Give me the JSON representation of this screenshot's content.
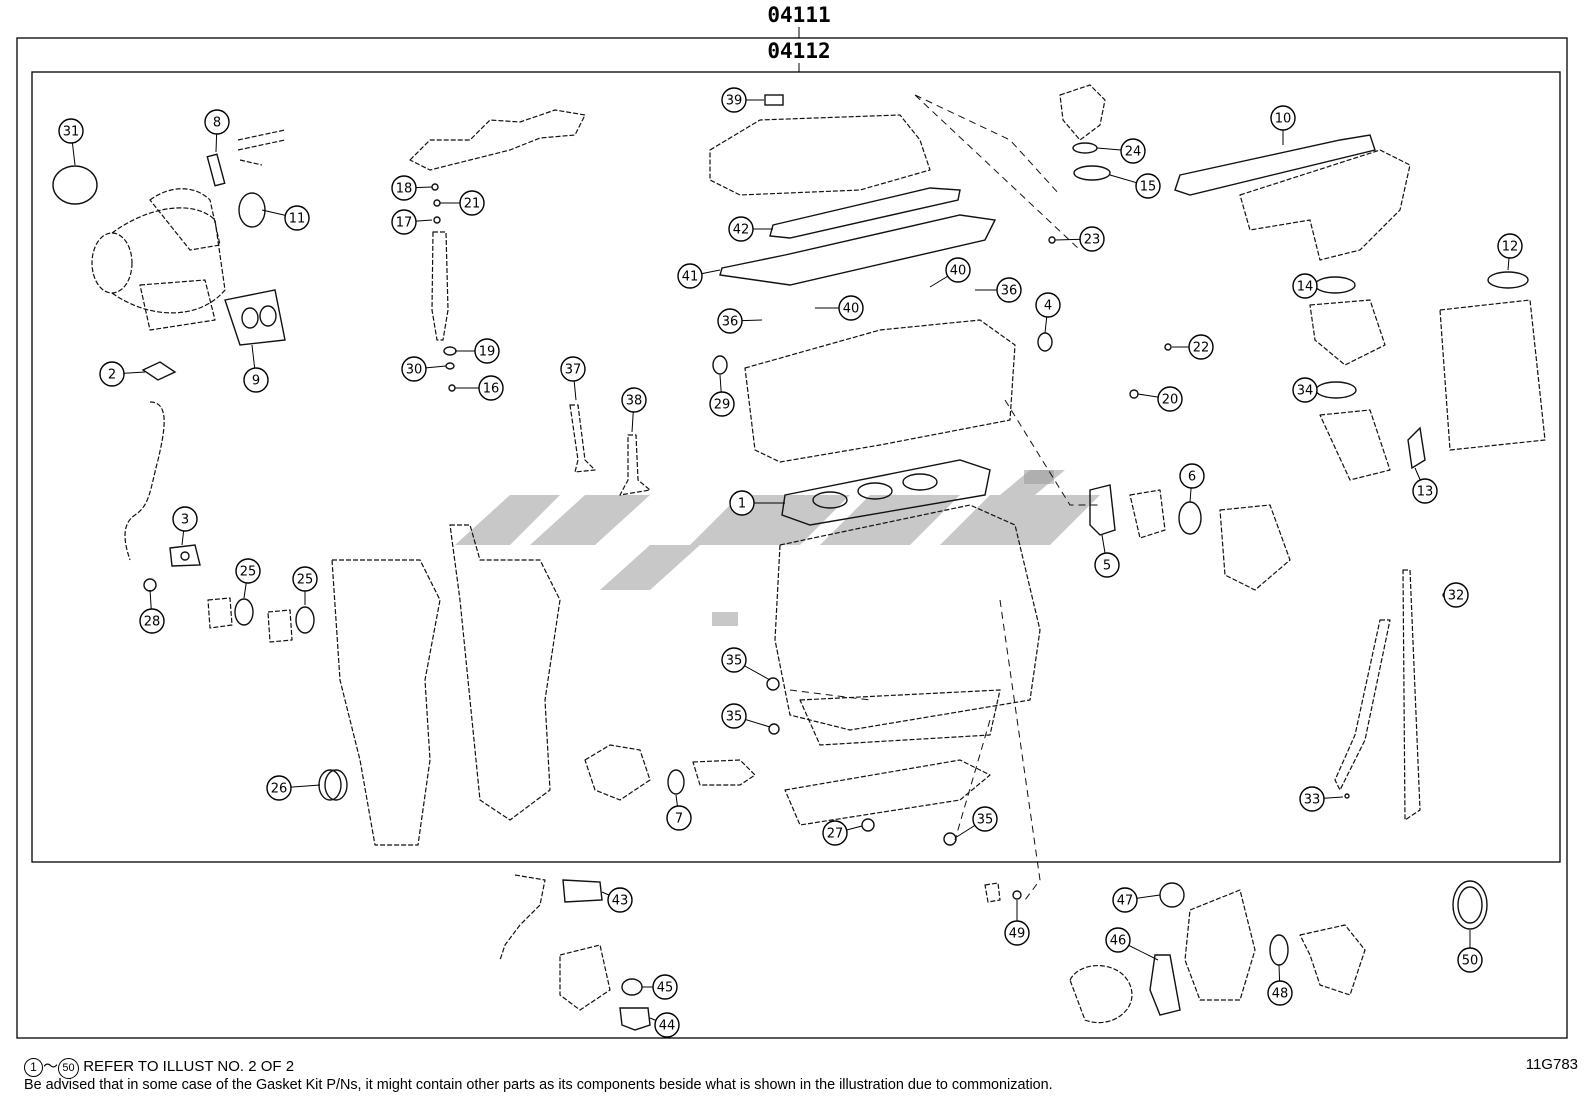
{
  "header": {
    "outer_code": "04111",
    "inner_code": "04112"
  },
  "callouts": [
    "31",
    "8",
    "11",
    "2",
    "9",
    "3",
    "28",
    "25",
    "25",
    "26",
    "18",
    "21",
    "17",
    "19",
    "30",
    "16",
    "37",
    "38",
    "39",
    "42",
    "41",
    "40",
    "40",
    "36",
    "36",
    "29",
    "1",
    "35",
    "35",
    "35",
    "27",
    "7",
    "24",
    "15",
    "23",
    "4",
    "22",
    "20",
    "5",
    "6",
    "10",
    "14",
    "34",
    "13",
    "12",
    "32",
    "33",
    "43",
    "45",
    "44",
    "49",
    "47",
    "46",
    "48",
    "50"
  ],
  "footnote": {
    "range_start": "1",
    "range_sep": "～",
    "range_end": "50",
    "refer_text": "REFER TO ILLUST NO. 2 OF 2",
    "disclaimer": "Be advised that in some case of the Gasket Kit P/Ns,  it might contain other parts as its components beside what is shown in the illustration due to commonization."
  },
  "figure_code": "11G783",
  "colors": {
    "line": "#000000",
    "watermark": "#9a9a9a"
  }
}
